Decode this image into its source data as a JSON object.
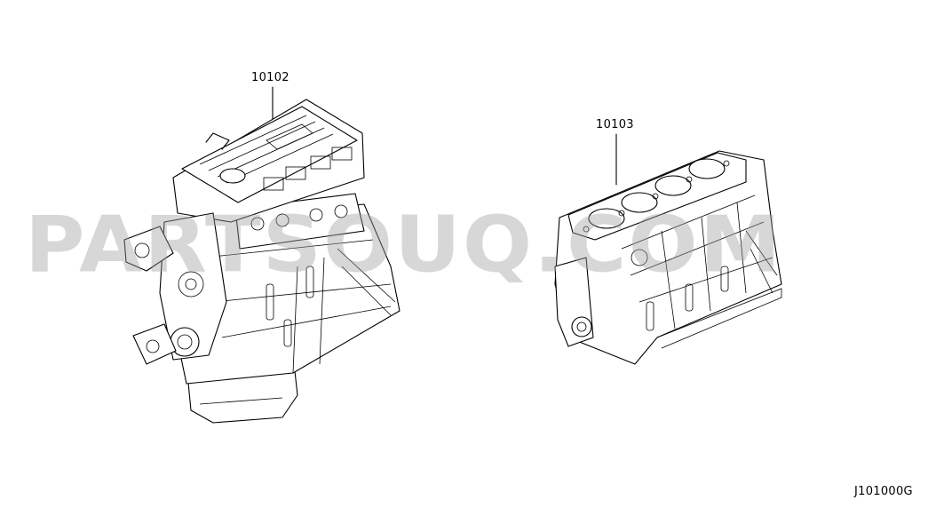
{
  "parts": [
    {
      "number": "10102",
      "icon": "complete-engine-assembly-icon"
    },
    {
      "number": "10103",
      "icon": "short-engine-block-icon"
    }
  ],
  "drawing_code": "J101000G",
  "watermark": "PARTSOUQ.COM"
}
